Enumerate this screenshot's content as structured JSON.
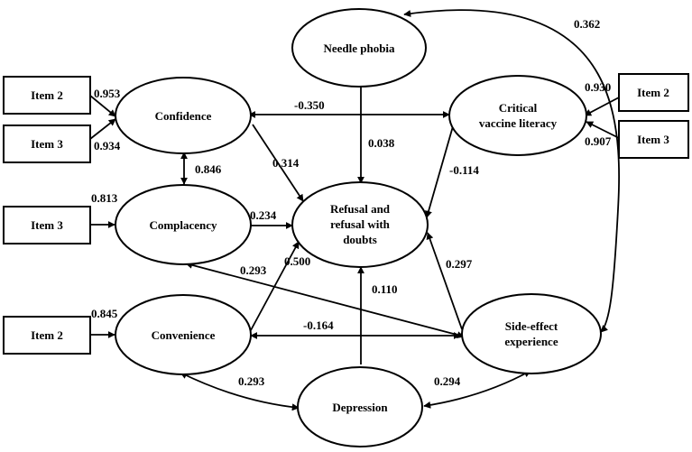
{
  "nodes": {
    "item2_conf": {
      "label": "Item 2"
    },
    "item3_conf": {
      "label": "Item 3"
    },
    "item3_comp": {
      "label": "Item 3"
    },
    "item2_conv": {
      "label": "Item 2"
    },
    "item2_crit": {
      "label": "Item 2"
    },
    "item3_crit": {
      "label": "Item 3"
    },
    "confidence": {
      "label": "Confidence"
    },
    "complacency": {
      "label": "Complacency"
    },
    "convenience": {
      "label": "Convenience"
    },
    "needle_phobia": {
      "label": "Needle phobia"
    },
    "critical_literacy": {
      "lines": [
        "Critical",
        "vaccine literacy"
      ]
    },
    "refusal": {
      "lines": [
        "Refusal and",
        "refusal with",
        "doubts"
      ]
    },
    "side_effect": {
      "lines": [
        "Side-effect",
        "experience"
      ]
    },
    "depression": {
      "label": "Depression"
    }
  },
  "coefficients": {
    "item2_confidence": "0.953",
    "item3_confidence": "0.934",
    "item3_complacency": "0.813",
    "item2_convenience": "0.845",
    "item2_critical": "0.930",
    "item3_critical": "0.907",
    "confidence_critical": "-0.350",
    "confidence_complacency": "0.846",
    "confidence_refusal": "0.314",
    "complacency_refusal": "0.234",
    "complacency_sideeffect": "0.293",
    "convenience_refusal": "0.500",
    "convenience_sideeffect": "-0.164",
    "convenience_depression": "0.293",
    "needle_refusal": "0.038",
    "needle_sideeffect": "0.362",
    "critical_refusal": "-0.114",
    "sideeffect_refusal": "0.297",
    "depression_refusal": "0.110",
    "depression_sideeffect": "0.294"
  }
}
